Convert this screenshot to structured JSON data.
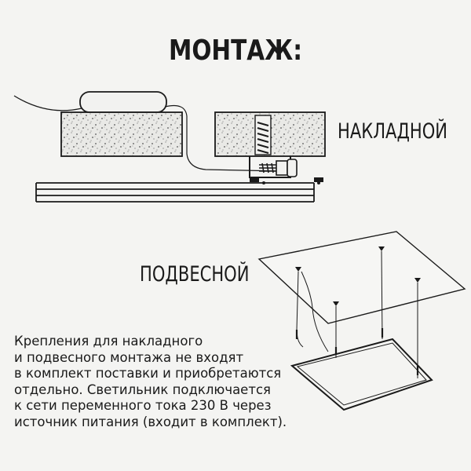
{
  "title": "МОНТАЖ:",
  "labels": {
    "surface": "НАКЛАДНОЙ",
    "suspended": "ПОДВЕСНОЙ"
  },
  "note_lines": [
    "Крепления для накладного",
    "и подвесного монтажа не входят",
    "в комплект поставки и приобретаются",
    "отдельно. Светильник подключается",
    "к сети переменного тока 230 В через",
    "источник питания  (входит в комплект)."
  ]
}
